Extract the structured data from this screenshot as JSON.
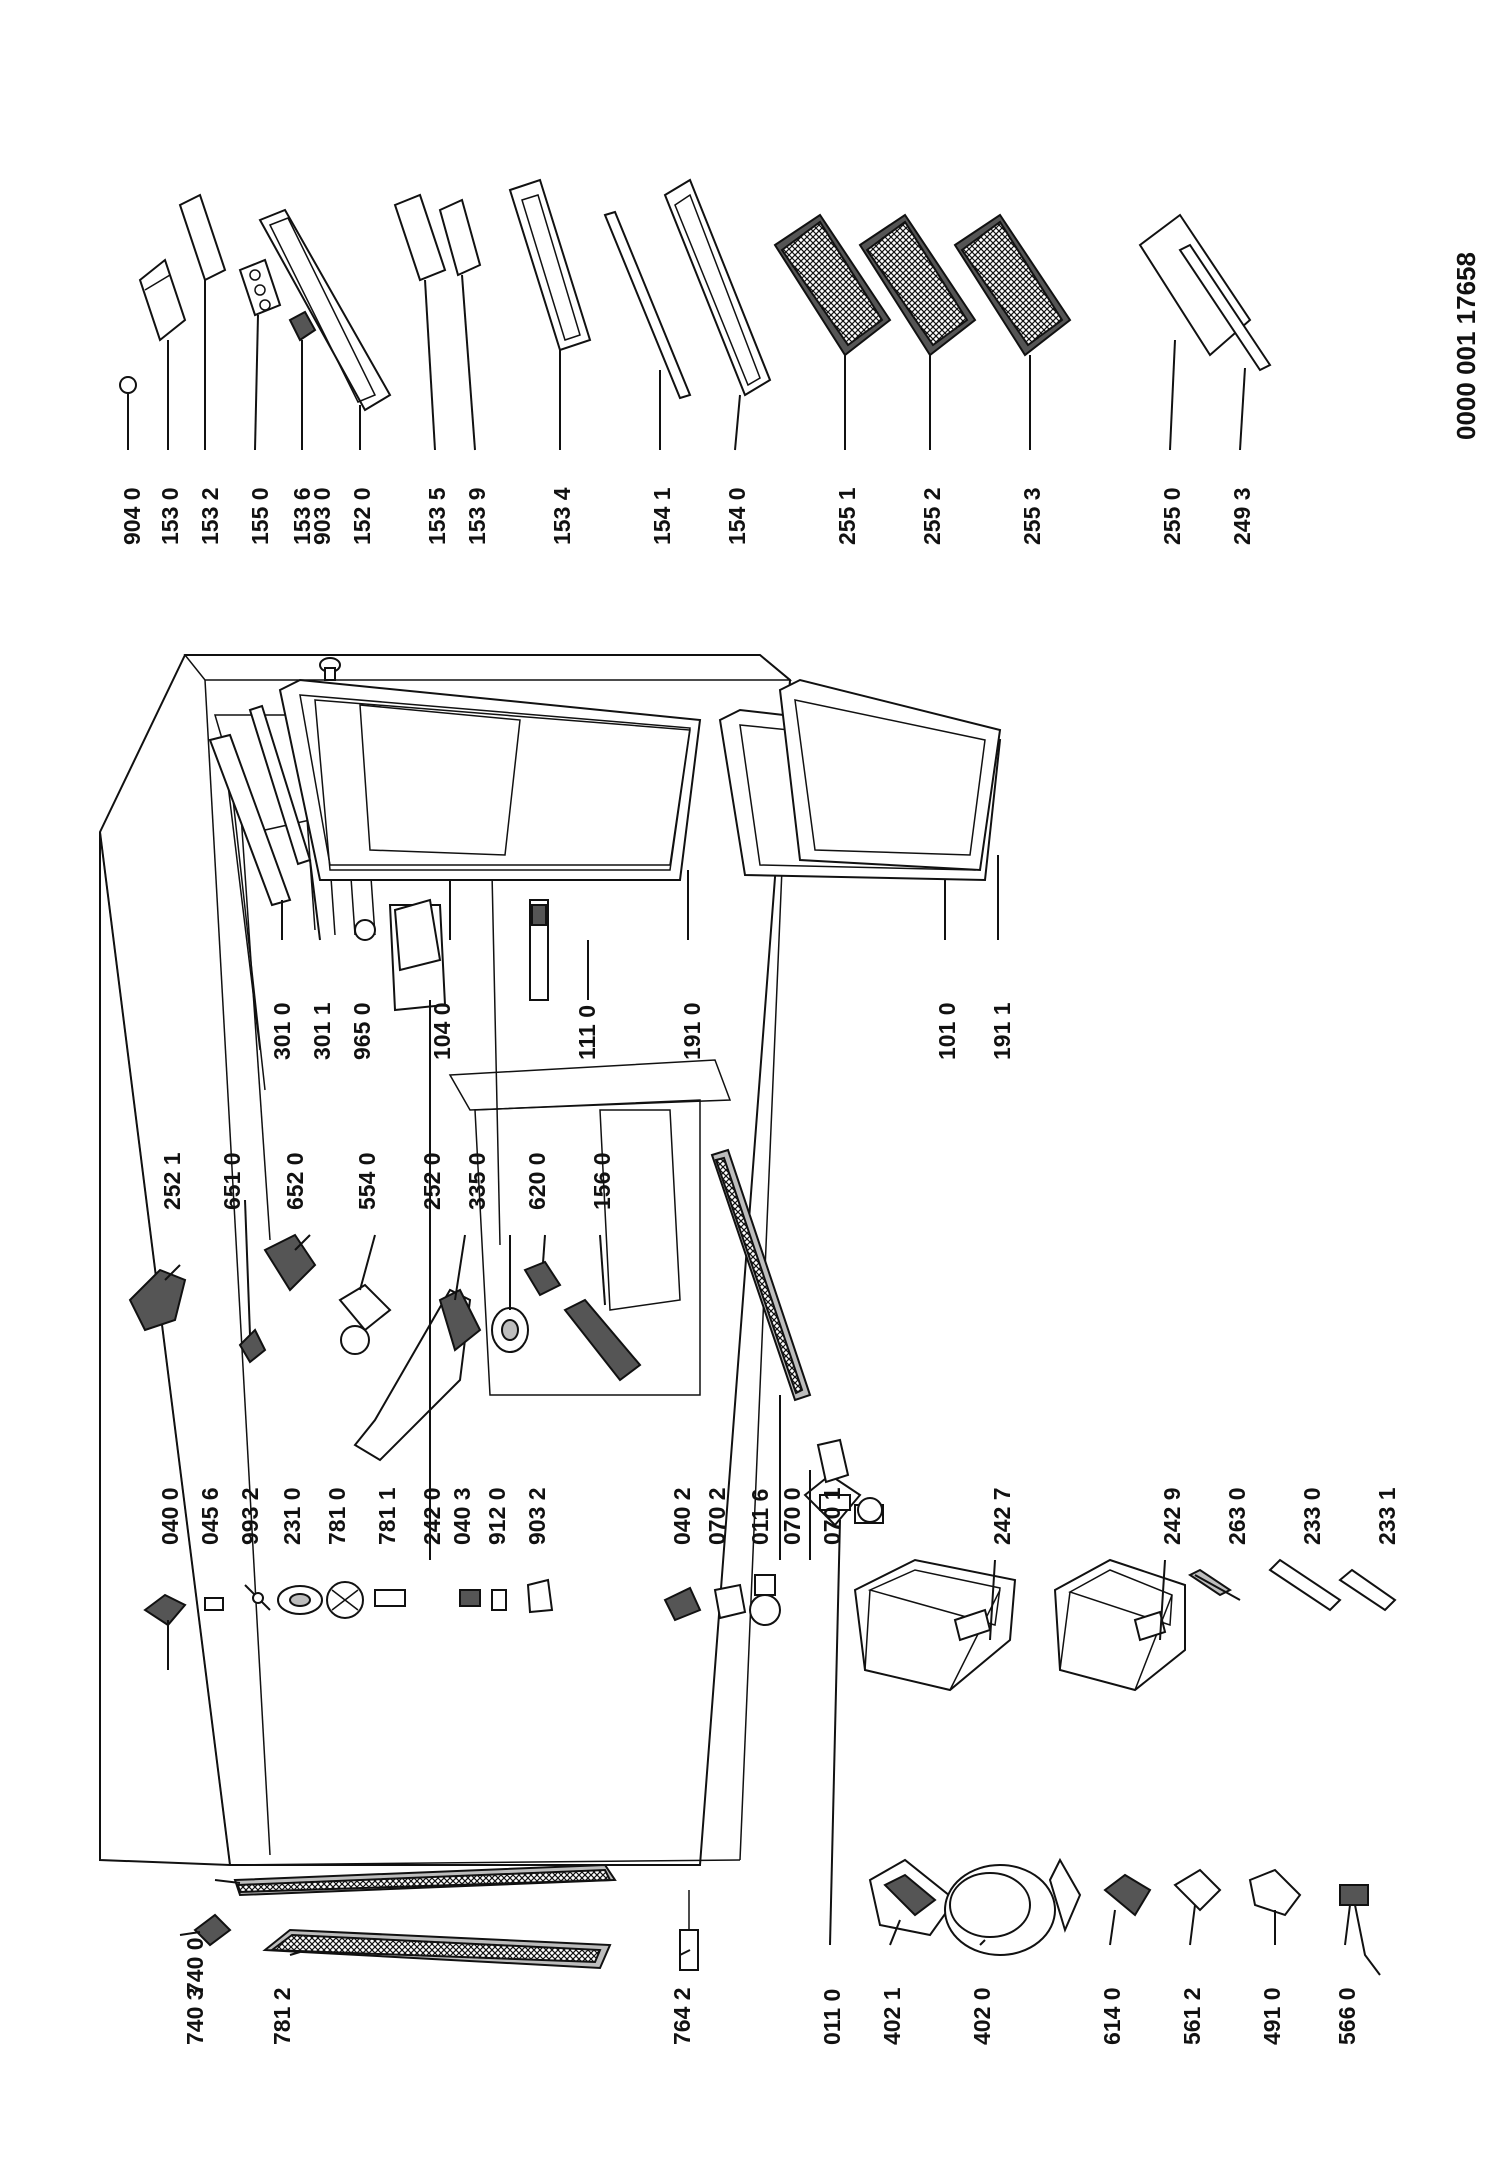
{
  "diagram": {
    "document_number": "0000 001 17658",
    "labels_left": [
      "740 3",
      "740 0",
      "781 2",
      "764 2",
      "011 0",
      "402 1",
      "402 0",
      "614 0",
      "561 2",
      "491 0",
      "566 0"
    ],
    "labels_cabinet_inner": [
      "040 0",
      "045 6",
      "993 2",
      "231 0",
      "781 0",
      "781 1",
      "242 0",
      "040 3",
      "912 0",
      "903 2",
      "040 2",
      "070 2",
      "011 6",
      "070 0",
      "070 1",
      "242 7",
      "242 9",
      "263 0",
      "233 0",
      "233 1"
    ],
    "labels_components": [
      "252 1",
      "651 0",
      "652 0",
      "554 0",
      "252 0",
      "335 0",
      "620 0",
      "156 0"
    ],
    "labels_door": [
      "301 0",
      "301 1",
      "965 0",
      "104 0",
      "111 0",
      "191 0",
      "101 0",
      "191 1"
    ],
    "labels_accessories": [
      "904 0",
      "153 0",
      "153 2",
      "155 0",
      "153 6",
      "903 0",
      "152 0",
      "153 5",
      "153 9",
      "153 4",
      "154 1",
      "154 0",
      "255 1",
      "255 2",
      "255 3",
      "255 0",
      "249 3"
    ]
  }
}
